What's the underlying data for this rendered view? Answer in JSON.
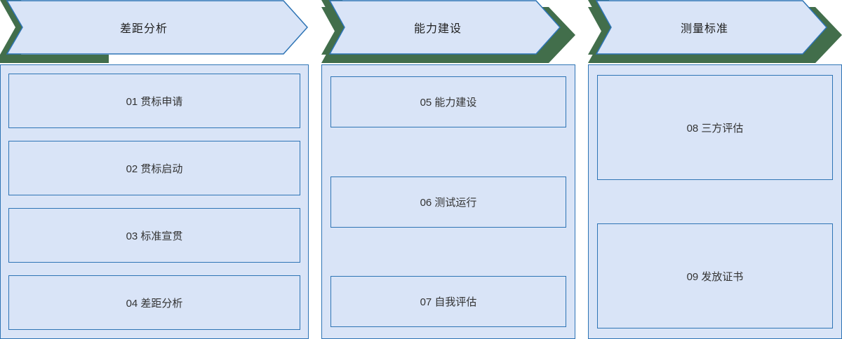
{
  "diagram": {
    "columns": [
      {
        "header": "差距分析",
        "steps": [
          "01 贯标申请",
          "02 贯标启动",
          "03 标准宣贯",
          "04 差距分析"
        ]
      },
      {
        "header": "能力建设",
        "steps": [
          "05 能力建设",
          "06 测试运行",
          "07 自我评估"
        ]
      },
      {
        "header": "测量标准",
        "steps": [
          "08 三方评估",
          "09 发放证书"
        ]
      }
    ],
    "colors": {
      "arrow_fill": "#d9e4f7",
      "arrow_border": "#2e74b5",
      "banner_green": "#426e4b",
      "panel_fill": "#d9e4f7",
      "panel_border": "#2e74b5",
      "text": "#333333"
    }
  }
}
